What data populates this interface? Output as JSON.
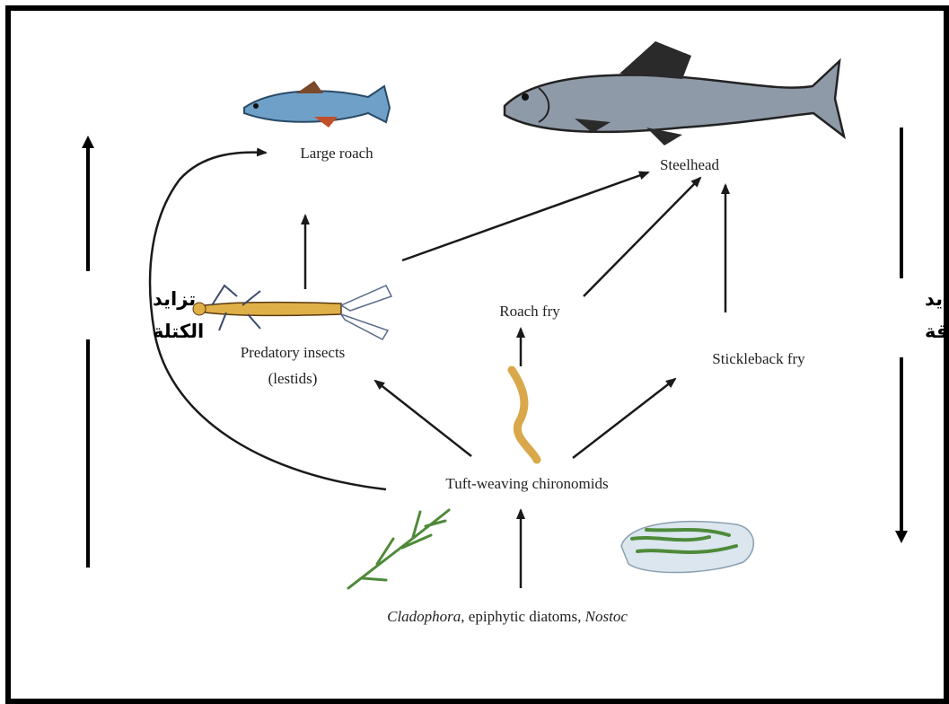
{
  "organisms": {
    "large_roach": "Large roach",
    "steelhead": "Steelhead",
    "predatory_insects_line1": "Predatory insects",
    "predatory_insects_line2": "(lestids)",
    "roach_fry": "Roach fry",
    "stickleback_fry": "Stickleback fry",
    "chironomids": "Tuft-weaving chironomids",
    "producers_cladophora": "Cladophora",
    "producers_middle": ", epiphytic diatoms, ",
    "producers_nostoc": "Nostoc"
  },
  "side_labels": {
    "left_line1": "تزايد",
    "left_line2": "الكتلة",
    "right_line1": "تزايد",
    "right_line2": "الطاقة"
  },
  "colors": {
    "frame": "#000000",
    "arrow": "#1a1a1a",
    "steelhead_body": "#8f9aa8",
    "roach_body": "#6fa0c8",
    "insect": "#e0b048",
    "chironomid": "#d9a84a",
    "algae": "#4f8a3a"
  }
}
